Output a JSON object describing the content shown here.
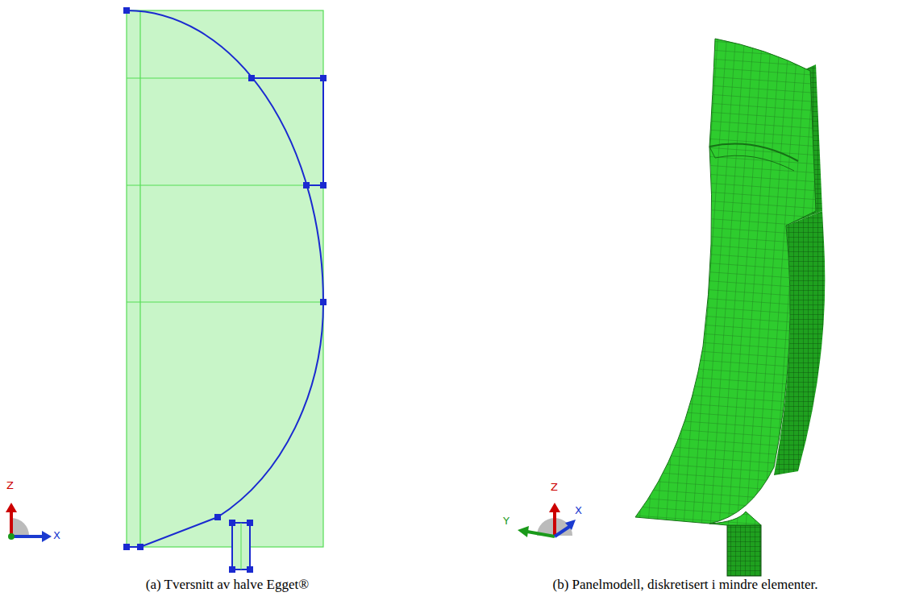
{
  "diagram": {
    "labels": [
      "Z",
      "X",
      "Y",
      "Z",
      "X",
      "(a) Tversnitt av halve Egget®",
      "(b) Panelmodell, diskretisert i mindre elementer."
    ]
  }
}
